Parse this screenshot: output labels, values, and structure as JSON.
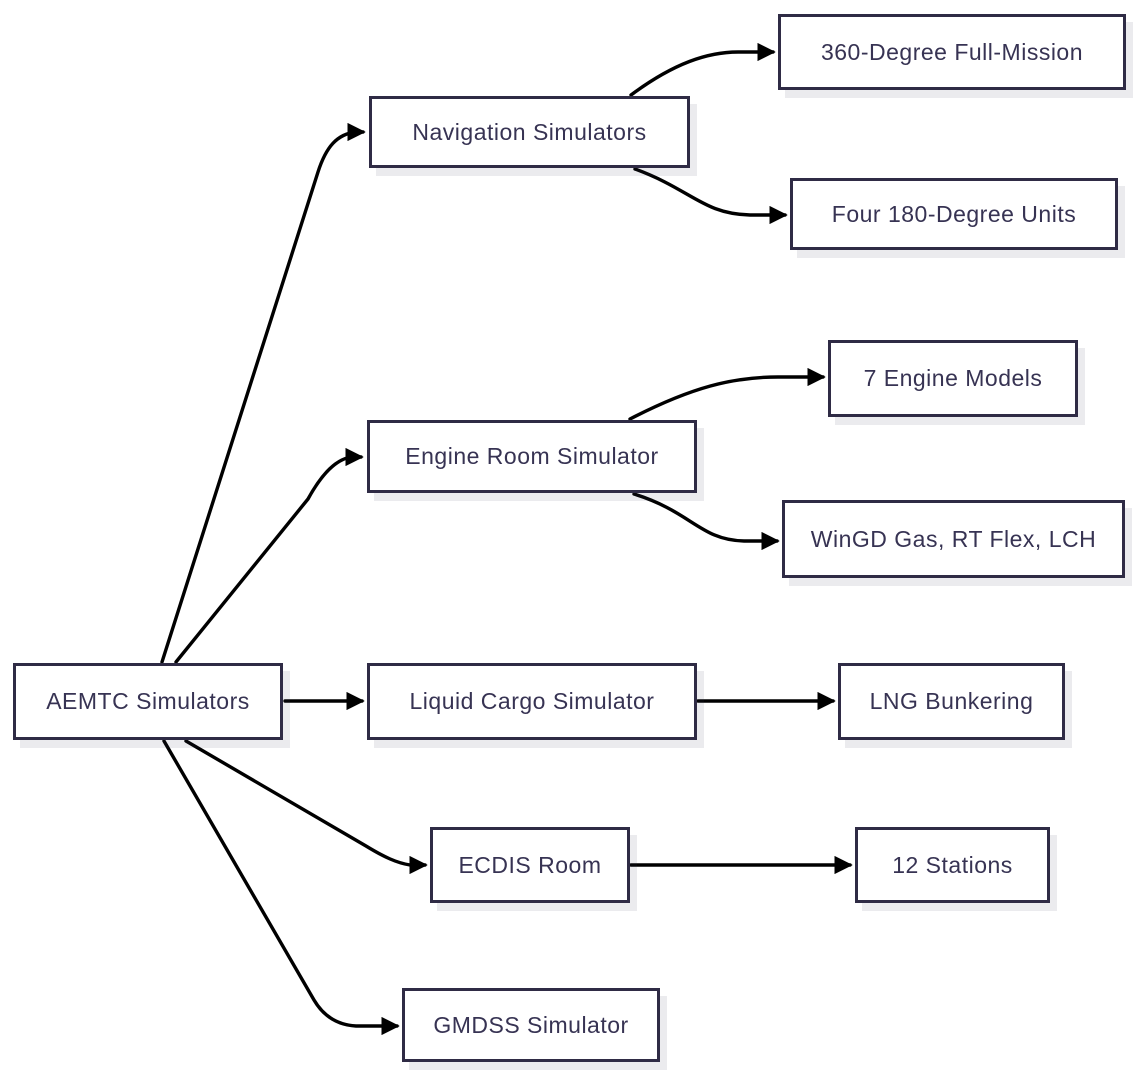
{
  "diagram": {
    "type": "flowchart-left-to-right",
    "colors": {
      "background": "#ffffff",
      "node_fill": "#ffffff",
      "node_border": "#2f2b45",
      "node_text": "#373353",
      "edge": "#000000",
      "node_shadow": "rgba(58,58,90,0.10)"
    },
    "nodes": {
      "root": {
        "label": "AEMTC Simulators"
      },
      "nav": {
        "label": "Navigation Simulators"
      },
      "engine": {
        "label": "Engine Room Simulator"
      },
      "liquid": {
        "label": "Liquid Cargo Simulator"
      },
      "ecdis": {
        "label": "ECDIS Room"
      },
      "gmdss": {
        "label": "GMDSS Simulator"
      },
      "deg360": {
        "label": "360-Degree Full-Mission"
      },
      "deg180": {
        "label": "Four 180-Degree Units"
      },
      "models7": {
        "label": "7 Engine Models"
      },
      "wingd": {
        "label": "WinGD Gas, RT Flex, LCH"
      },
      "lng": {
        "label": "LNG Bunkering"
      },
      "stations": {
        "label": "12 Stations"
      }
    },
    "edges": [
      {
        "from": "AEMTC Simulators",
        "to": "Navigation Simulators"
      },
      {
        "from": "AEMTC Simulators",
        "to": "Engine Room Simulator"
      },
      {
        "from": "AEMTC Simulators",
        "to": "Liquid Cargo Simulator"
      },
      {
        "from": "AEMTC Simulators",
        "to": "ECDIS Room"
      },
      {
        "from": "AEMTC Simulators",
        "to": "GMDSS Simulator"
      },
      {
        "from": "Navigation Simulators",
        "to": "360-Degree Full-Mission"
      },
      {
        "from": "Navigation Simulators",
        "to": "Four 180-Degree Units"
      },
      {
        "from": "Engine Room Simulator",
        "to": "7 Engine Models"
      },
      {
        "from": "Engine Room Simulator",
        "to": "WinGD Gas, RT Flex, LCH"
      },
      {
        "from": "Liquid Cargo Simulator",
        "to": "LNG Bunkering"
      },
      {
        "from": "ECDIS Room",
        "to": "12 Stations"
      }
    ]
  }
}
